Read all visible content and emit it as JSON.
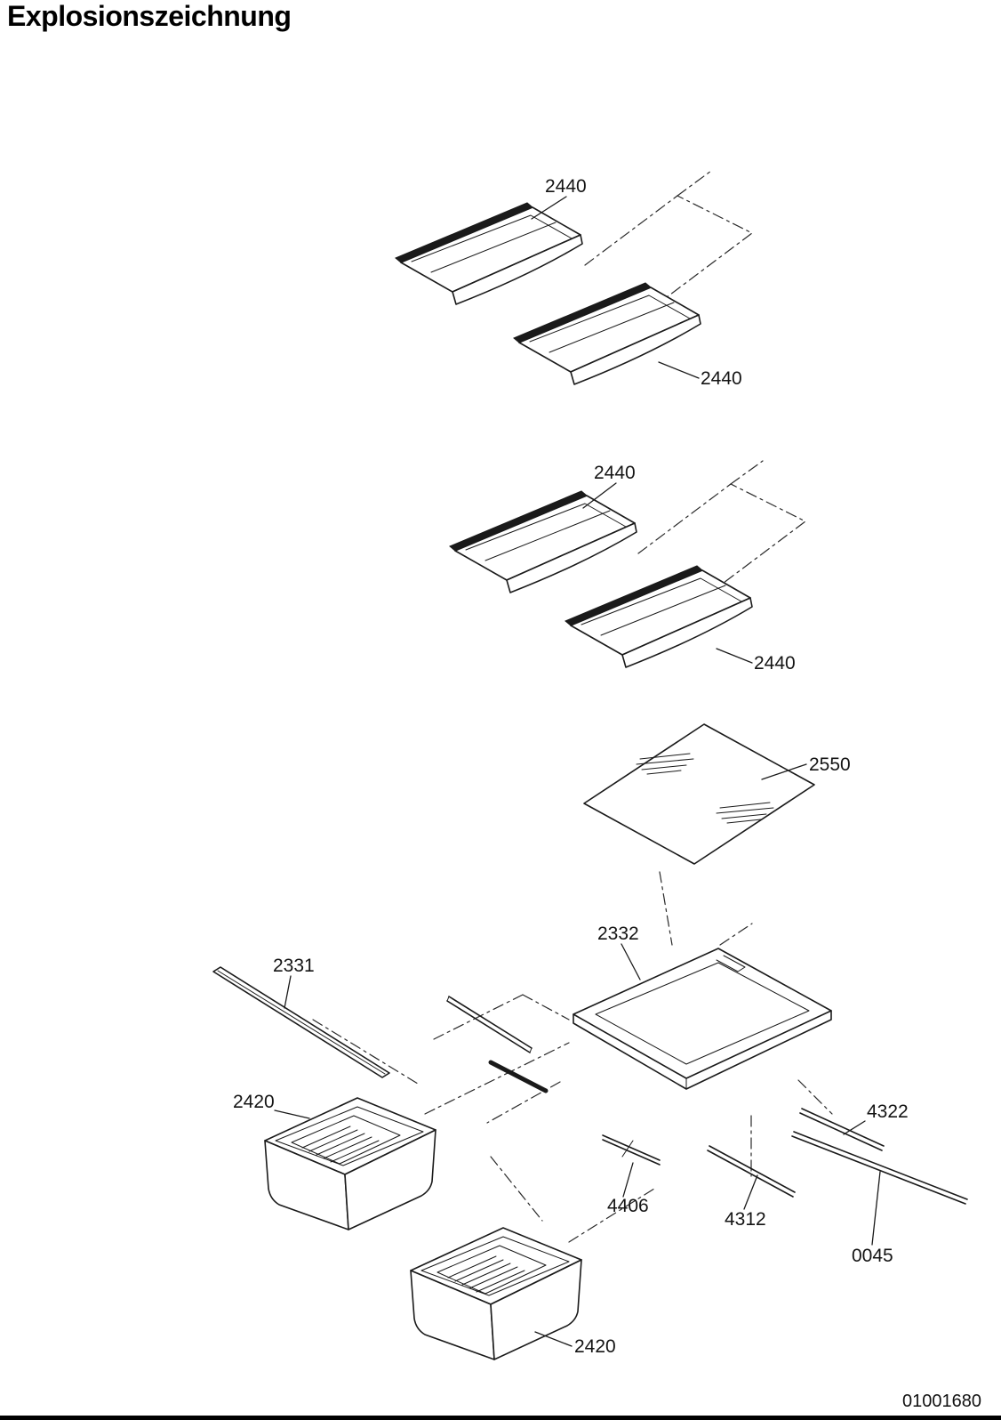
{
  "page": {
    "title": "Explosionszeichnung",
    "doc_number": "01001680"
  },
  "diagram": {
    "labels": [
      {
        "id": "shelf-top-left",
        "text": "2440"
      },
      {
        "id": "shelf-top-right",
        "text": "2440"
      },
      {
        "id": "shelf-mid-left",
        "text": "2440"
      },
      {
        "id": "shelf-mid-right",
        "text": "2440"
      },
      {
        "id": "glass-insert",
        "text": "2550"
      },
      {
        "id": "shelf-frame",
        "text": "2332"
      },
      {
        "id": "trim-rail-left",
        "text": "2331"
      },
      {
        "id": "drawer-upper",
        "text": "2420"
      },
      {
        "id": "rail-right-short",
        "text": "4322"
      },
      {
        "id": "support-rod",
        "text": "4406"
      },
      {
        "id": "rail-right-mid",
        "text": "4312"
      },
      {
        "id": "rail-right-long",
        "text": "0045"
      },
      {
        "id": "drawer-lower",
        "text": "2420"
      }
    ]
  }
}
